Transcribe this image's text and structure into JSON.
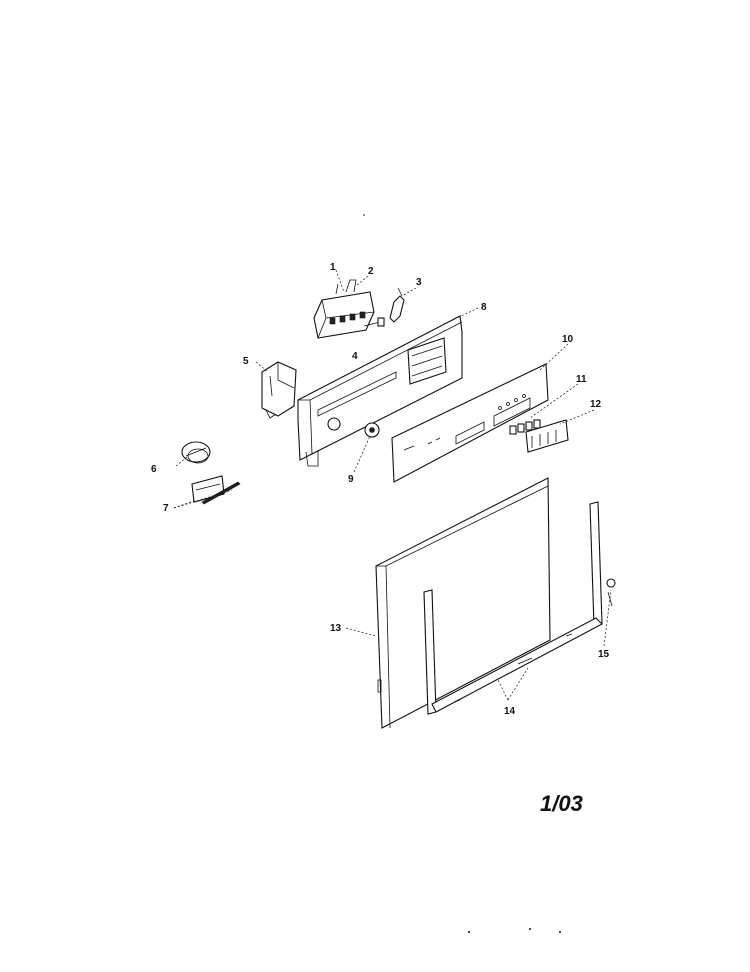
{
  "callouts": [
    "1",
    "2",
    "3",
    "4",
    "5",
    "6",
    "7",
    "8",
    "9",
    "10",
    "11",
    "12",
    "13",
    "14",
    "15"
  ],
  "revision": "1/03"
}
